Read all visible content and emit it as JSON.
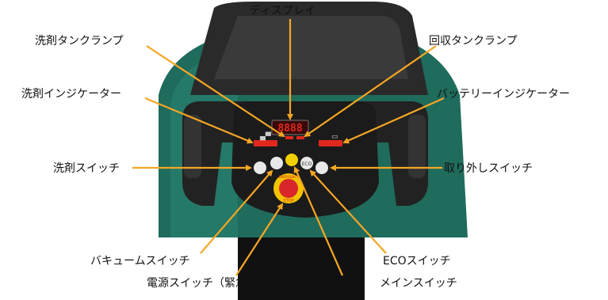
{
  "labels": {
    "display": "ディスプレイ",
    "detergent_tank_lamp": "洗剤タンクランプ",
    "recovery_tank_lamp": "回収タンクランプ",
    "detergent_indicator": "洗剤インジケーター",
    "battery_indicator": "バッテリーインジケーター",
    "detergent_switch": "洗剤スイッチ",
    "detach_switch": "取り外しスイッチ",
    "vacuum_switch": "バキュームスイッチ",
    "eco_switch": "ECOスイッチ",
    "power_switch": "電源スイッチ（緊急停止）",
    "main_switch": "メインスイッチ"
  },
  "device": {
    "display_digits": "8888",
    "eco_button_text": "ECO",
    "emergency_text": "EMERGENCY",
    "stop_text": "STOP"
  },
  "colors": {
    "arrow": "#f5a623",
    "body_green": "#1f6b5c",
    "panel_black": "#1b1b1b",
    "emergency_red": "#d8262b",
    "emergency_yellow": "#f2c400",
    "led_red": "#e0281d"
  }
}
